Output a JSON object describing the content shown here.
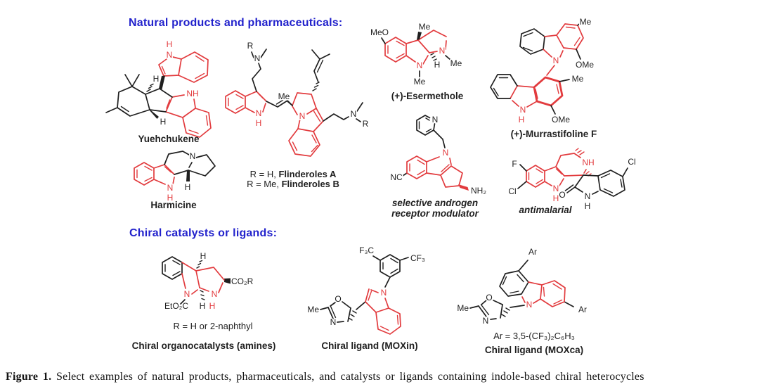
{
  "headings": {
    "natural_products": "Natural products and pharmaceuticals:",
    "chiral_catalysts": "Chiral catalysts or ligands:"
  },
  "compounds": {
    "yuehchukene": {
      "name": "Yuehchukene",
      "atoms": {
        "h_top": "H",
        "n_top": "N",
        "h_c1": "H",
        "h_c2": "H",
        "nh_right": "NH"
      }
    },
    "harmicine": {
      "name": "Harmicine",
      "atoms": {
        "n_indole": "N",
        "h_indole": "H",
        "n_amine": "N",
        "h_stereo": "H"
      }
    },
    "flinderoles": {
      "line_a_prefix": "R = H, ",
      "line_a_name": "Flinderoles A",
      "line_b_prefix": "R = Me, ",
      "line_b_name": "Flinderoles B",
      "atoms": {
        "r_top": "R",
        "n_top": "N",
        "me": "Me",
        "n_indole": "N",
        "h_indole": "H",
        "n_ring": "N",
        "n_right": "N",
        "r_right": "R"
      }
    },
    "esermethole": {
      "name": "(+)-Esermethole",
      "atoms": {
        "meo": "MeO",
        "me_top": "Me",
        "n_left": "N",
        "me_n_left": "Me",
        "h_stereo": "H",
        "n_right": "N",
        "me_n_right": "Me"
      }
    },
    "sarm": {
      "name_line1": "selective androgen",
      "name_line2": "receptor modulator",
      "atoms": {
        "n_pyridine": "N",
        "n_indole": "N",
        "nc": "NC",
        "nh2": "NH₂"
      }
    },
    "murrastifoline": {
      "name": "(+)-Murrastifoline F",
      "atoms": {
        "me_top": "Me",
        "n_top": "N",
        "ome_top": "OMe",
        "me_mid": "Me",
        "n_bottom": "N",
        "h_bottom": "H",
        "ome_bottom": "OMe"
      }
    },
    "antimalarial": {
      "name": "antimalarial",
      "atoms": {
        "f": "F",
        "cl_left": "Cl",
        "n_indole": "N",
        "h_indole": "H",
        "nh": "NH",
        "o": "O",
        "n_amide": "N",
        "h_amide": "H",
        "cl_right": "Cl"
      }
    },
    "organocatalyst": {
      "r_note": "R = H or 2-naphthyl",
      "name": "Chiral organocatalysts (amines)",
      "atoms": {
        "h_top": "H",
        "co2r": "CO₂R",
        "n_left": "N",
        "eto2c": "EtO₂C",
        "h_mid": "H",
        "h_nh": "H",
        "n_right": "N"
      }
    },
    "moxin": {
      "name": "Chiral ligand (MOXin)",
      "atoms": {
        "f3c": "F₃C",
        "cf3": "CF₃",
        "o": "O",
        "me": "Me",
        "n_ox": "N",
        "n_indole": "N"
      }
    },
    "moxca": {
      "ar_note": "Ar = 3,5-(CF₃)₂C₆H₃",
      "name": "Chiral ligand (MOXca)",
      "atoms": {
        "ar_top": "Ar",
        "ar_right": "Ar",
        "o": "O",
        "me": "Me",
        "n_ox": "N",
        "n_carbazole": "N"
      }
    }
  },
  "caption": {
    "prefix": "Figure 1.",
    "text": " Select examples of natural products, pharmaceuticals, and catalysts or ligands containing indole-based chiral heterocycles"
  },
  "colors": {
    "accent_blue": "#2222cc",
    "structure_red": "#e23b3e",
    "structure_black": "#1f1f1f"
  }
}
